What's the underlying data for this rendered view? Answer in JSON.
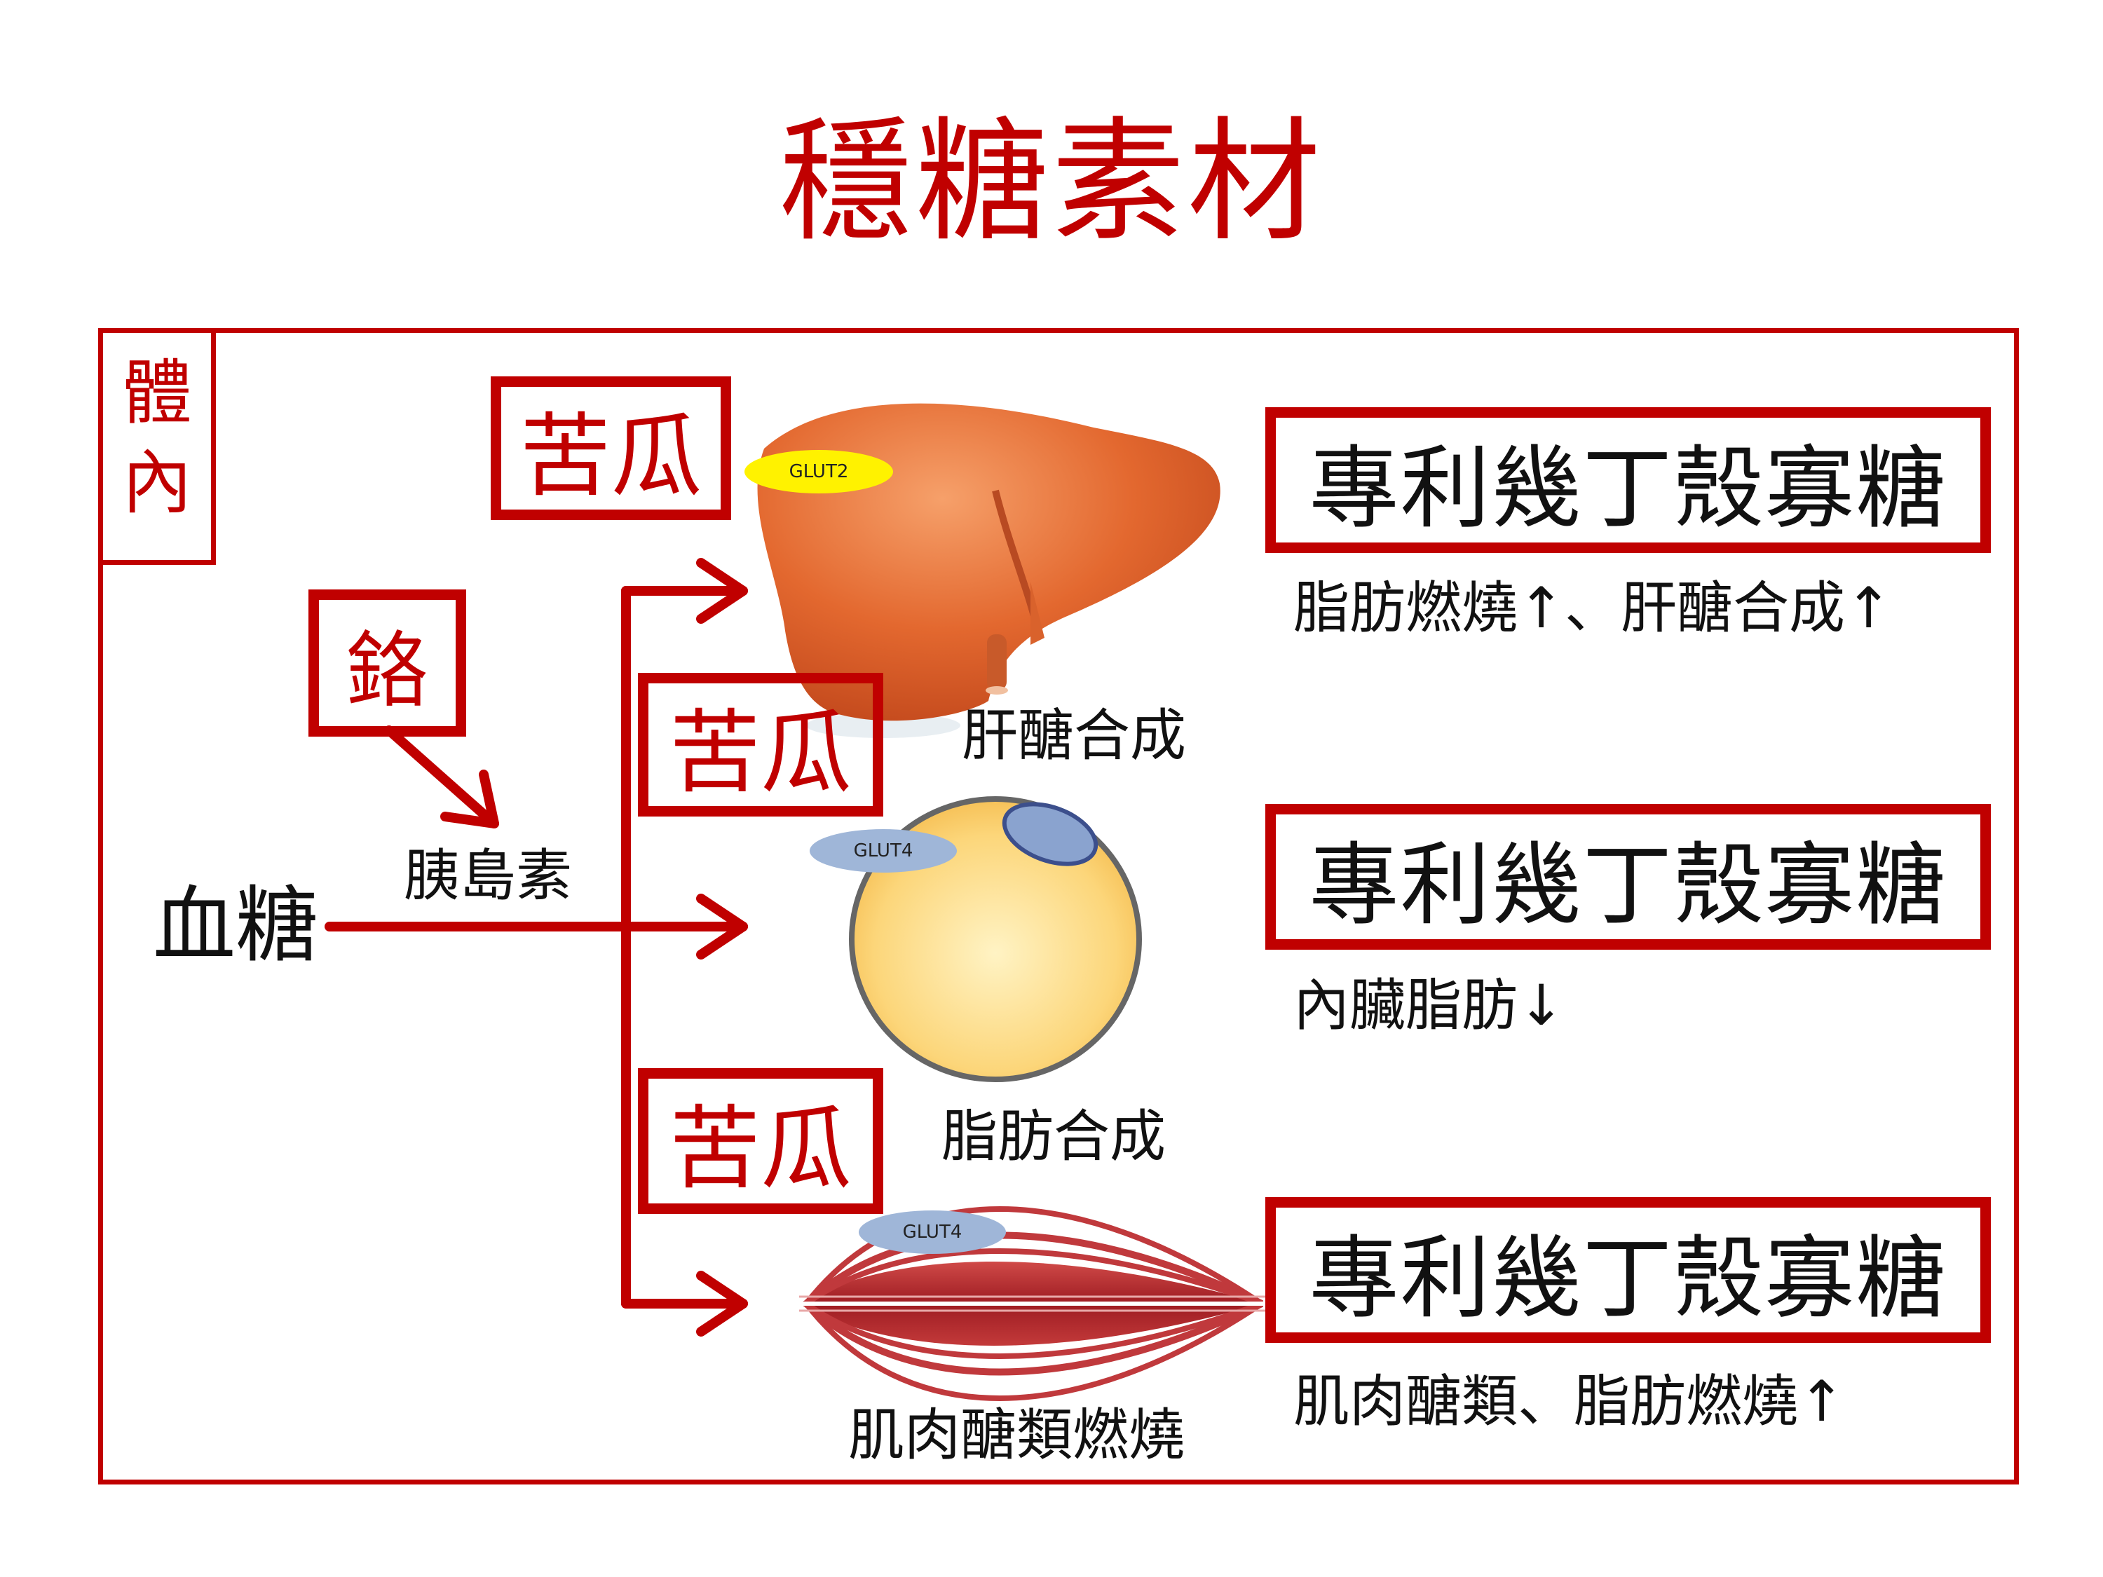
{
  "title": "穩糖素材",
  "corner_label": [
    "體",
    "內"
  ],
  "inputs": {
    "blood_sugar": "血糖",
    "insulin": "胰島素",
    "chromium": "鉻"
  },
  "bitter_melon_label": "苦瓜",
  "organs": {
    "liver": {
      "glut": "GLUT2",
      "process": "肝醣合成"
    },
    "fat": {
      "glut": "GLUT4",
      "process": "脂肪合成"
    },
    "muscle": {
      "glut": "GLUT4",
      "process": "肌肉醣類燃燒"
    }
  },
  "patent_label": "專利幾丁殼寡糖",
  "effects": {
    "liver": "脂肪燃燒↑、肝醣合成↑",
    "fat": "內臟脂肪↓",
    "muscle": "肌肉醣類、脂肪燃燒↑"
  },
  "colors": {
    "accent": "#c00000",
    "liver": "#e3682f",
    "fat": "#fcd67a",
    "muscle": "#b8262b",
    "glut2": "#fff200",
    "glut4": "#9fb6d8"
  }
}
